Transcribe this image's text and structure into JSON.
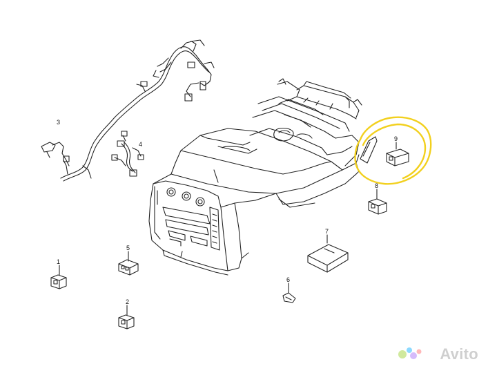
{
  "diagram": {
    "callouts": [
      {
        "id": "c1",
        "label": "1"
      },
      {
        "id": "c2",
        "label": "2"
      },
      {
        "id": "c3",
        "label": "3"
      },
      {
        "id": "c4",
        "label": "4"
      },
      {
        "id": "c5",
        "label": "5"
      },
      {
        "id": "c6",
        "label": "6"
      },
      {
        "id": "c7",
        "label": "7"
      },
      {
        "id": "c8",
        "label": "8"
      },
      {
        "id": "c9",
        "label": "9"
      }
    ],
    "highlight_color": "#f2d01e",
    "highlight_label_color": "#2ea84a"
  },
  "watermark": {
    "text": "Avito",
    "dot_colors": [
      "#97cf26",
      "#0af",
      "#a169f7",
      "#ff6163"
    ]
  }
}
